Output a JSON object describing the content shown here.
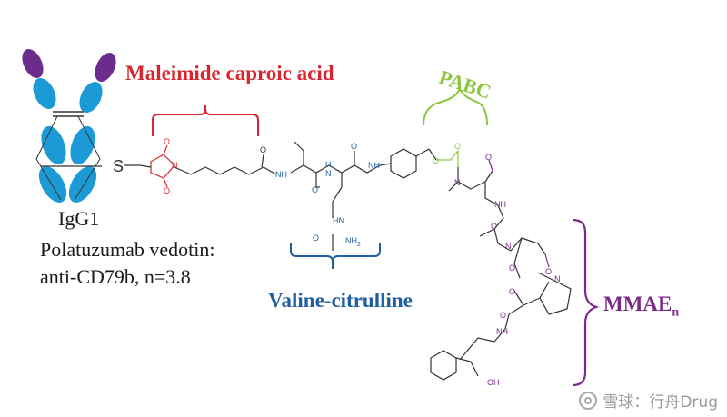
{
  "labels": {
    "maleimide": "Maleimide caproic acid",
    "pabc": "PABC",
    "valcit": "Valine-citrulline",
    "mmae_base": "MMAE",
    "mmae_sub": "n",
    "antibody": "IgG1",
    "drug_name": "Polatuzumab vedotin:",
    "drug_detail": "anti-CD79b, n=3.8"
  },
  "atoms": {
    "s": "S",
    "o": "O",
    "n": "N",
    "nh": "NH",
    "hn": "HN",
    "h": "H",
    "nh2": "NH",
    "nh2_sub": "2",
    "oh": "OH"
  },
  "watermark": {
    "text": "雪球：行舟Drug"
  },
  "colors": {
    "maleimide": "#d9252f",
    "pabc": "#8cc63f",
    "valcit": "#1f5f9f",
    "mmae": "#7b2a8b",
    "bond": "#333333",
    "ab_heavy": "#1c9ad6",
    "ab_light": "#6a2d8c"
  }
}
